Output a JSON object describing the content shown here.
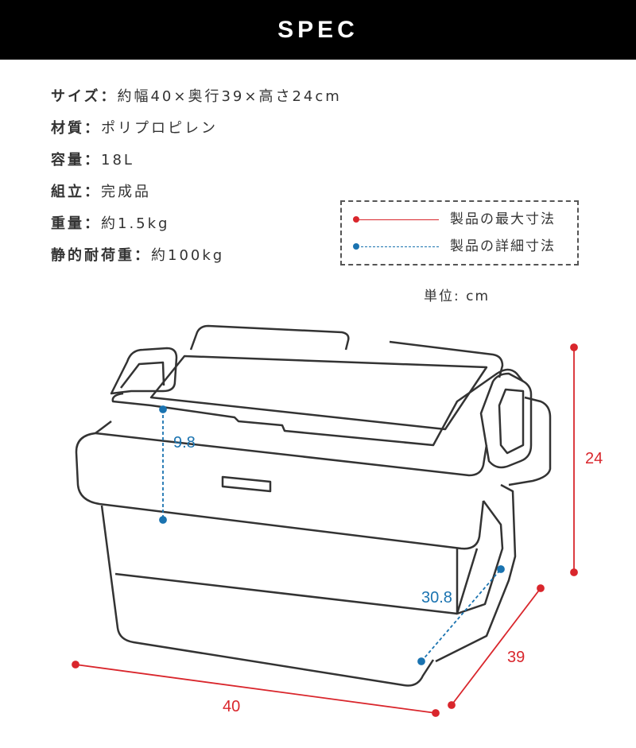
{
  "header": {
    "title": "SPEC"
  },
  "specs": [
    {
      "label": "サイズ：",
      "value": "約幅40×奥行39×高さ24cm"
    },
    {
      "label": "材質：",
      "value": "ポリプロピレン"
    },
    {
      "label": "容量：",
      "value": "18L"
    },
    {
      "label": "組立：",
      "value": "完成品"
    },
    {
      "label": "重量：",
      "value": "約1.5kg"
    },
    {
      "label": "静的耐荷重：",
      "value": "約100kg"
    }
  ],
  "legend": {
    "max_label": "製品の最大寸法",
    "detail_label": "製品の詳細寸法"
  },
  "unit": "単位: cm",
  "colors": {
    "max": "#d9262c",
    "detail": "#1a73b0",
    "outline": "#333333"
  },
  "dimensions": {
    "height": "24",
    "width": "40",
    "depth": "39",
    "lid_height": "9.8",
    "inner_depth": "30.8"
  }
}
